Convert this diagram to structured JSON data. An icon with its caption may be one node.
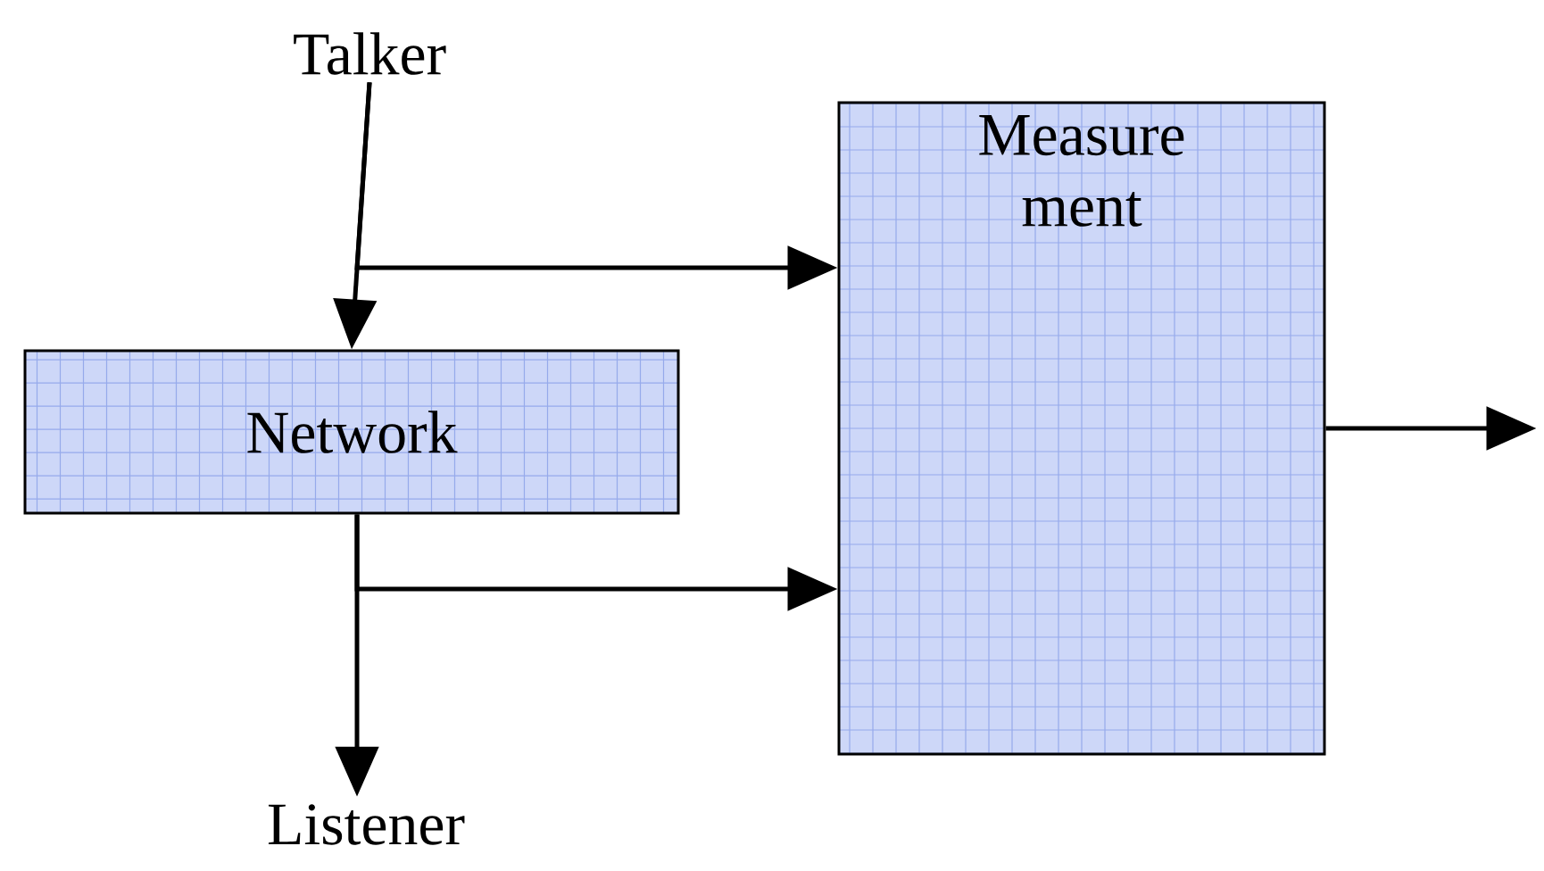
{
  "diagram": {
    "nodes": [
      {
        "text": [
          "Talker"
        ]
      },
      {
        "text": [
          "Network"
        ]
      },
      {
        "text": [
          "Measure ment"
        ]
      },
      {
        "text": [
          "Listener"
        ]
      }
    ],
    "edges": [
      {
        "from": 0,
        "to": 1,
        "arrow": "to"
      },
      {
        "from": 0,
        "to": 2,
        "arrow": "to"
      },
      {
        "from": 1,
        "to": 3,
        "arrow": "to"
      },
      {
        "from": 1,
        "to": 2,
        "arrow": "to"
      },
      {
        "from": 2,
        "to": null,
        "arrow": "to"
      }
    ]
  }
}
